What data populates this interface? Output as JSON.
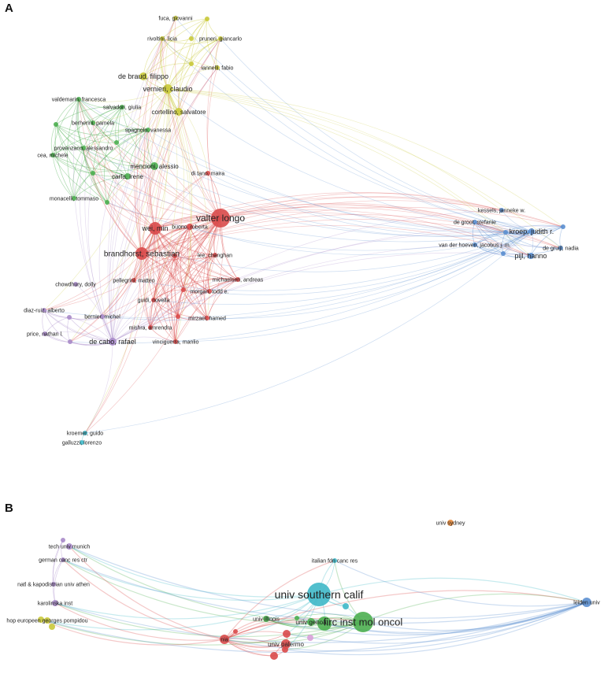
{
  "panels": [
    {
      "letter": "A"
    },
    {
      "letter": "B"
    }
  ],
  "colors": {
    "red": "#d94a4a",
    "yellow": "#c9c93a",
    "green": "#4caf50",
    "purple": "#a98bc9",
    "blue": "#5b8fd0",
    "cyan": "#3fb8c8",
    "orange": "#e8893a",
    "pink": "#d9a0d9"
  },
  "network_a": {
    "nodes": [
      {
        "label": "fuca, giovanni",
        "cluster": "yellow"
      },
      {
        "label": "",
        "cluster": "yellow"
      },
      {
        "label": "rivoltini, licia",
        "cluster": "yellow"
      },
      {
        "label": "",
        "cluster": "yellow"
      },
      {
        "label": "pruneri, giancarlo",
        "cluster": "yellow"
      },
      {
        "label": "",
        "cluster": "yellow"
      },
      {
        "label": "iannelli, fabio",
        "cluster": "yellow"
      },
      {
        "label": "de braud, filippo",
        "cluster": "yellow"
      },
      {
        "label": "vernieri, claudio",
        "cluster": "yellow"
      },
      {
        "label": "cortellino, salvatore",
        "cluster": "yellow"
      },
      {
        "label": "valdemarin, francesca",
        "cluster": "green"
      },
      {
        "label": "salvadori, giulia",
        "cluster": "green"
      },
      {
        "label": "berherini, pamela",
        "cluster": "green"
      },
      {
        "label": "",
        "cluster": "green"
      },
      {
        "label": "spagnolo, vanessa",
        "cluster": "green"
      },
      {
        "label": "",
        "cluster": "green"
      },
      {
        "label": "provenzano, alessandro",
        "cluster": "green"
      },
      {
        "label": "cea, michele",
        "cluster": "green"
      },
      {
        "label": "mencioni, alessio",
        "cluster": "green"
      },
      {
        "label": "carfa, irene",
        "cluster": "green"
      },
      {
        "label": "",
        "cluster": "green"
      },
      {
        "label": "monacelli, tommaso",
        "cluster": "green"
      },
      {
        "label": "",
        "cluster": "green"
      },
      {
        "label": "valter longo",
        "cluster": "red"
      },
      {
        "label": "di tano, maira",
        "cluster": "red"
      },
      {
        "label": "wei, min",
        "cluster": "red"
      },
      {
        "label": "buono, roberta",
        "cluster": "red"
      },
      {
        "label": "brandhorst, sebastian",
        "cluster": "red"
      },
      {
        "label": "",
        "cluster": "red"
      },
      {
        "label": "lee, changhan",
        "cluster": "red"
      },
      {
        "label": "pellegrini, matteo",
        "cluster": "red"
      },
      {
        "label": "michaelsen, andreas",
        "cluster": "red"
      },
      {
        "label": "",
        "cluster": "red"
      },
      {
        "label": "morgan, todd e.",
        "cluster": "red"
      },
      {
        "label": "guidi, novella",
        "cluster": "red"
      },
      {
        "label": "",
        "cluster": "red"
      },
      {
        "label": "mirzaei, hamed",
        "cluster": "red"
      },
      {
        "label": "mishra, amrendra",
        "cluster": "red"
      },
      {
        "label": "vinciguerra, manlio",
        "cluster": "red"
      },
      {
        "label": "chowdhury, dolly",
        "cluster": "purple"
      },
      {
        "label": "diaz-ruiz, alberto",
        "cluster": "purple"
      },
      {
        "label": "",
        "cluster": "purple"
      },
      {
        "label": "bernier, michel",
        "cluster": "purple"
      },
      {
        "label": "price, nathan l.",
        "cluster": "purple"
      },
      {
        "label": "",
        "cluster": "purple"
      },
      {
        "label": "de cabo, rafael",
        "cluster": "purple"
      },
      {
        "label": "kroemer, guido",
        "cluster": "cyan"
      },
      {
        "label": "galluzzi, lorenzo",
        "cluster": "cyan"
      },
      {
        "label": "kessels, janneke w.",
        "cluster": "blue"
      },
      {
        "label": "de groot, stefanie",
        "cluster": "blue"
      },
      {
        "label": "",
        "cluster": "blue"
      },
      {
        "label": "kroep, judith r.",
        "cluster": "blue"
      },
      {
        "label": "",
        "cluster": "blue"
      },
      {
        "label": "van der hoeven, jacobus j. m.",
        "cluster": "blue"
      },
      {
        "label": "de gruijl, nadia",
        "cluster": "blue"
      },
      {
        "label": "",
        "cluster": "blue"
      },
      {
        "label": "pijl, hanno",
        "cluster": "blue"
      }
    ]
  },
  "network_b": {
    "nodes": [
      {
        "label": "tech univ munich",
        "cluster": "purple"
      },
      {
        "label": "",
        "cluster": "purple"
      },
      {
        "label": "german canc res ctr",
        "cluster": "purple"
      },
      {
        "label": "natl & kapodistrian univ athen",
        "cluster": "purple"
      },
      {
        "label": "karolinska inst",
        "cluster": "purple"
      },
      {
        "label": "hop europeen georges pompidou",
        "cluster": "yellow"
      },
      {
        "label": "",
        "cluster": "yellow"
      },
      {
        "label": "",
        "cluster": "yellow"
      },
      {
        "label": "nia",
        "cluster": "red"
      },
      {
        "label": "",
        "cluster": "red"
      },
      {
        "label": "univ illinois",
        "cluster": "green"
      },
      {
        "label": "univ southern calif",
        "cluster": "cyan"
      },
      {
        "label": "italian fdn canc res",
        "cluster": "cyan"
      },
      {
        "label": "",
        "cluster": "cyan"
      },
      {
        "label": "firc inst mol oncol",
        "cluster": "green"
      },
      {
        "label": "univ genoa",
        "cluster": "green"
      },
      {
        "label": "",
        "cluster": "green"
      },
      {
        "label": "univ palermo",
        "cluster": "red"
      },
      {
        "label": "",
        "cluster": "red"
      },
      {
        "label": "",
        "cluster": "red"
      },
      {
        "label": "",
        "cluster": "red"
      },
      {
        "label": "",
        "cluster": "pink"
      },
      {
        "label": "",
        "cluster": "green"
      },
      {
        "label": "univ sydney",
        "cluster": "orange"
      },
      {
        "label": "leiden univ",
        "cluster": "blue"
      }
    ]
  }
}
